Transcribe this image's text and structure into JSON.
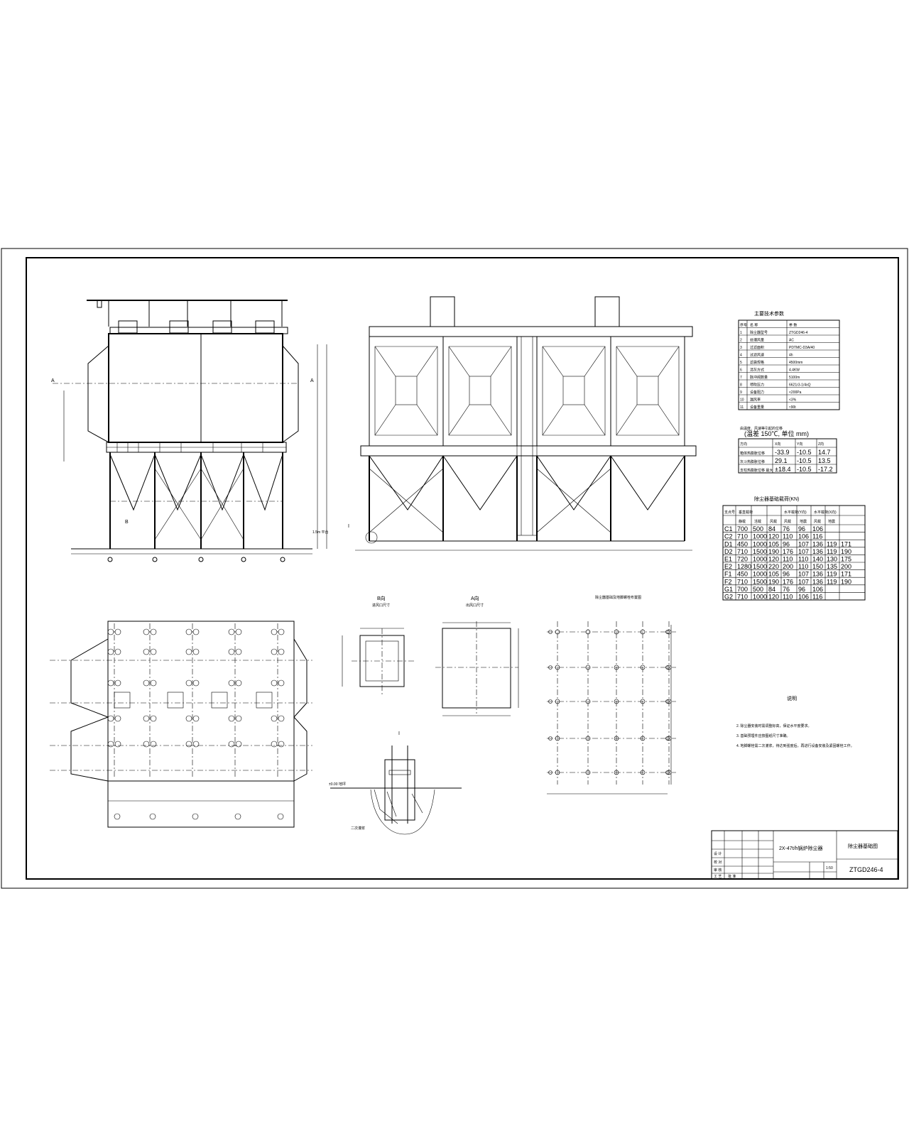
{
  "views": {
    "side_view": {
      "section_marks": [
        "A",
        "A"
      ],
      "detail_mark": "B",
      "level_label": "1.5m 平台"
    },
    "front_view": {
      "detail_mark": "I"
    }
  },
  "details": {
    "b_view_title": "B向",
    "b_view_caption": "进风口尺寸",
    "a_view_title": "A向",
    "a_view_caption": "出风口尺寸",
    "detail_i_title": "I",
    "ground_label": "±0.00 地坪",
    "anchor_label": "二次灌浆",
    "anchor_plan_title": "除尘器基础及地脚螺栓布置图"
  },
  "tech_table": {
    "title": "主要技术参数",
    "headers": [
      "序号",
      "名  称",
      "参  数"
    ],
    "rows": [
      [
        "1",
        "除尘器型号",
        "ZTGD246-4"
      ],
      [
        "2",
        "处理风量",
        "AC"
      ],
      [
        "3",
        "过滤面积",
        "PDTMC-D3A/40"
      ],
      [
        "4",
        "过滤风速",
        "4h"
      ],
      [
        "5",
        "滤袋规格",
        "4500mm"
      ],
      [
        "6",
        "清灰方式",
        "4.4KW"
      ],
      [
        "7",
        "脉冲阀数量",
        "5100m"
      ],
      [
        "8",
        "喷吹压力",
        "6621r3-1/4xQ"
      ],
      [
        "9",
        "设备阻力",
        "<200Pa"
      ],
      [
        "10",
        "漏风率",
        "<3%"
      ],
      [
        "11",
        "设备重量",
        "≈90t"
      ]
    ]
  },
  "thermal_table": {
    "title": "由温度、风速等引起的位移",
    "subtitle": "(温差 150℃, 单位 mm)",
    "headers": [
      "方向",
      "X向",
      "Y向",
      "Z向"
    ],
    "rows": [
      [
        "箱体热膨胀位移",
        "-33.9",
        "-10.5",
        "14.7"
      ],
      [
        "灰斗热膨胀位移",
        "29.1",
        "-10.5",
        "13.5"
      ],
      [
        "支柱热膨胀位移 最大",
        "±18.4",
        "-10.5",
        "-17.2"
      ]
    ]
  },
  "load_table": {
    "title": "除尘器基础载荷(KN)",
    "headers": [
      "支点号",
      "垂直载荷",
      "",
      "",
      "水平载荷(Y向)",
      "",
      "水平载荷(X向)",
      ""
    ],
    "subheaders": [
      "",
      "静载",
      "活载",
      "风载",
      "风载",
      "地震",
      "风载",
      "地震"
    ],
    "rows": [
      [
        "C1",
        "700",
        "500",
        "84",
        "76",
        "96",
        "106",
        "",
        ""
      ],
      [
        "C2",
        "710",
        "1000",
        "120",
        "110",
        "106",
        "116",
        "",
        ""
      ],
      [
        "D1",
        "450",
        "1000",
        "105",
        "96",
        "107",
        "136",
        "119",
        "171"
      ],
      [
        "D2",
        "710",
        "1500",
        "190",
        "176",
        "107",
        "136",
        "119",
        "190"
      ],
      [
        "E1",
        "720",
        "1000",
        "120",
        "110",
        "110",
        "140",
        "130",
        "175"
      ],
      [
        "E2",
        "1280",
        "1500",
        "220",
        "200",
        "110",
        "150",
        "135",
        "200"
      ],
      [
        "F1",
        "450",
        "1000",
        "105",
        "96",
        "107",
        "136",
        "119",
        "171"
      ],
      [
        "F2",
        "710",
        "1500",
        "190",
        "176",
        "107",
        "136",
        "119",
        "190"
      ],
      [
        "G1",
        "700",
        "500",
        "84",
        "76",
        "96",
        "106",
        "",
        ""
      ],
      [
        "G2",
        "710",
        "1000",
        "120",
        "110",
        "106",
        "116",
        "",
        ""
      ]
    ]
  },
  "notes": {
    "title": "说明",
    "items": [
      "2. 除尘器安装时需调整标高，保证水平度要求。",
      "3. 基础预埋件应按图纸尺寸准确。",
      "4. 地脚螺栓需二次灌浆，待达到强度后，再进行设备安装及紧固螺栓工作。"
    ]
  },
  "title_block": {
    "project": "2X-47t/h锅炉除尘器",
    "drawing_name": "除尘器基础图",
    "drawing_number": "ZTGD246-4",
    "scale": "1:50",
    "sign_rows": [
      "设 计",
      "校 对",
      "审 核",
      "工 艺",
      "批 准"
    ]
  }
}
